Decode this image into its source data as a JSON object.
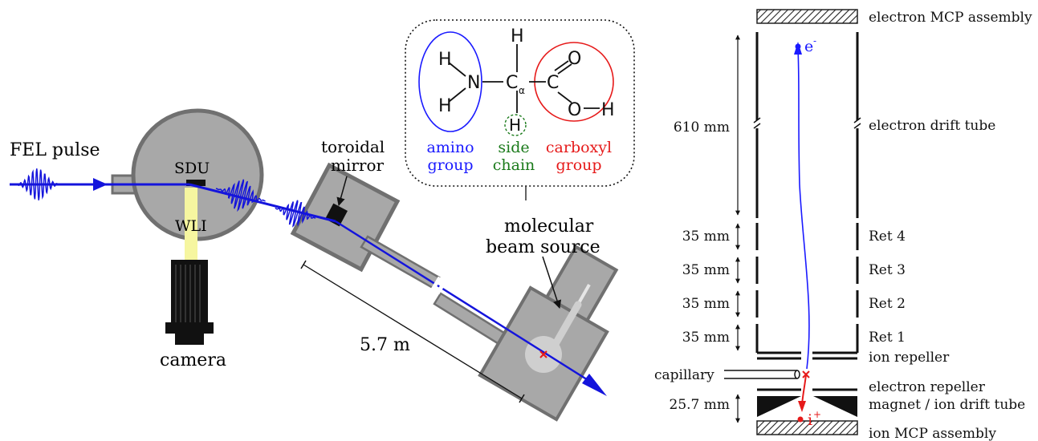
{
  "beamline": {
    "fel_pulse": "FEL pulse",
    "sdu": "SDU",
    "wli": "WLI",
    "camera": "camera",
    "toroidal_mirror_line1": "toroidal",
    "toroidal_mirror_line2": "mirror",
    "distance": "5.7 m",
    "molecular_beam_line1": "molecular",
    "molecular_beam_line2": "beam source"
  },
  "amino_acid": {
    "atoms": {
      "N": "N",
      "C_alpha": "C",
      "alpha_sub": "α",
      "C": "C",
      "O": "O",
      "H": "H"
    },
    "amino_line1": "amino",
    "amino_line2": "group",
    "side_line1": "side",
    "side_line2": "chain",
    "carboxyl_line1": "carboxyl",
    "carboxyl_line2": "group"
  },
  "spectrometer": {
    "electron_mcp": "electron MCP assembly",
    "electron_drift": "electron drift tube",
    "ret4": "Ret 4",
    "ret3": "Ret 3",
    "ret2": "Ret 2",
    "ret1": "Ret 1",
    "ion_repeller": "ion repeller",
    "capillary": "capillary",
    "electron_repeller": "electron repeller",
    "magnet": "magnet / ion drift tube",
    "ion_mcp": "ion MCP assembly",
    "dim_drift": "610 mm",
    "dim_ret4": "35 mm",
    "dim_ret3": "35 mm",
    "dim_ret2": "35 mm",
    "dim_ret1": "35 mm",
    "dim_ion": "25.7 mm",
    "electron_label": "e",
    "electron_sup": "-",
    "ion_label": "i",
    "ion_sup": "+"
  },
  "colors": {
    "beam": "#1414dc",
    "amino": "#1a1aff",
    "side_chain": "#1a7a1a",
    "carboxyl": "#e61a1a",
    "chamber": "#a8a8a8",
    "chamber_edge": "#707070",
    "wli_light": "#f6f6a0",
    "ion": "#e61a1a"
  }
}
